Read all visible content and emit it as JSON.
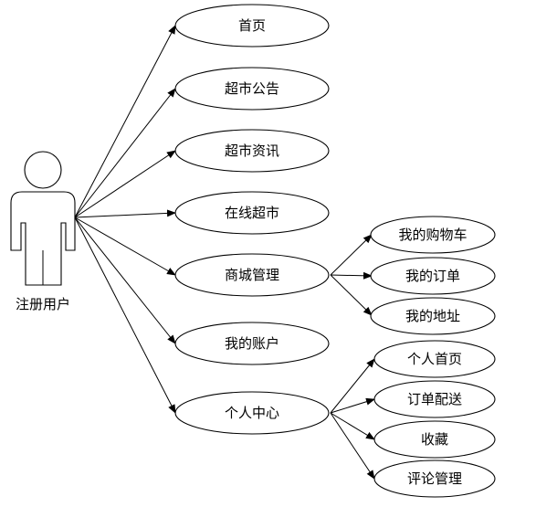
{
  "actor": {
    "label": "注册用户"
  },
  "use_cases": [
    {
      "id": "home",
      "label": "首页"
    },
    {
      "id": "notice",
      "label": "超市公告"
    },
    {
      "id": "news",
      "label": "超市资讯"
    },
    {
      "id": "online",
      "label": "在线超市"
    },
    {
      "id": "mall",
      "label": "商城管理"
    },
    {
      "id": "account",
      "label": "我的账户"
    },
    {
      "id": "center",
      "label": "个人中心"
    }
  ],
  "sub_use_cases": [
    {
      "id": "cart",
      "parent": "mall",
      "label": "我的购物车"
    },
    {
      "id": "orders",
      "parent": "mall",
      "label": "我的订单"
    },
    {
      "id": "address",
      "parent": "mall",
      "label": "我的地址"
    },
    {
      "id": "profile",
      "parent": "center",
      "label": "个人首页"
    },
    {
      "id": "delivery",
      "parent": "center",
      "label": "订单配送"
    },
    {
      "id": "favorites",
      "parent": "center",
      "label": "收藏"
    },
    {
      "id": "reviews",
      "parent": "center",
      "label": "评论管理"
    }
  ]
}
